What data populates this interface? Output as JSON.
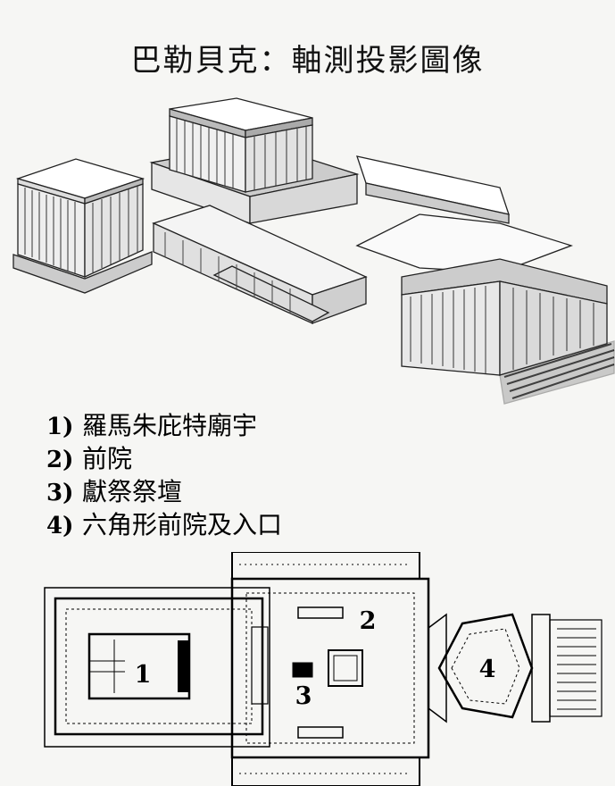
{
  "title": "巴勒貝克：軸測投影圖像",
  "legend": [
    {
      "num": "1)",
      "label": "羅馬朱庇特廟宇"
    },
    {
      "num": "2)",
      "label": "前院"
    },
    {
      "num": "3)",
      "label": "獻祭祭壇"
    },
    {
      "num": "4)",
      "label": "六角形前院及入口"
    }
  ],
  "plan_labels": [
    "1",
    "2",
    "3",
    "4"
  ]
}
